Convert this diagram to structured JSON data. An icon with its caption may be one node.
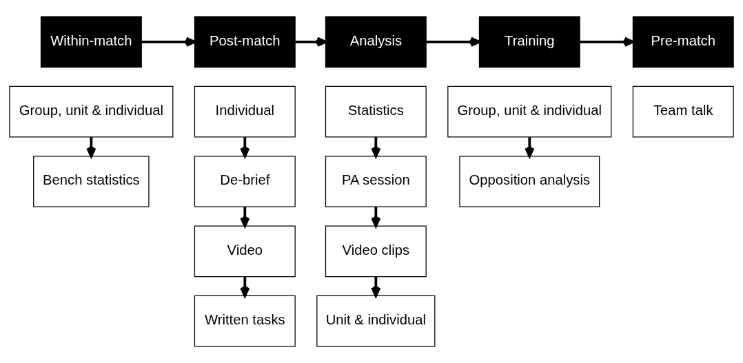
{
  "diagram": {
    "nodes": [
      {
        "text": [
          "Within-match"
        ]
      },
      {
        "text": [
          "Post-match"
        ]
      },
      {
        "text": [
          "Analysis"
        ]
      },
      {
        "text": [
          "Training"
        ]
      },
      {
        "text": [
          "Pre-match"
        ]
      },
      {
        "text": [
          "Group, unit & individual"
        ]
      },
      {
        "text": [
          "Bench statistics"
        ]
      },
      {
        "text": [
          "Individual"
        ]
      },
      {
        "text": [
          "De-brief"
        ]
      },
      {
        "text": [
          "Video"
        ]
      },
      {
        "text": [
          "Written tasks"
        ]
      },
      {
        "text": [
          "Statistics"
        ]
      },
      {
        "text": [
          "PA session"
        ]
      },
      {
        "text": [
          "Video clips"
        ]
      },
      {
        "text": [
          "Unit & individual"
        ]
      },
      {
        "text": [
          "Group, unit & individual"
        ]
      },
      {
        "text": [
          "Opposition analysis"
        ]
      },
      {
        "text": [
          "Team talk"
        ]
      }
    ],
    "edges": [
      {
        "from": 0,
        "to": 1,
        "arrow": "to"
      },
      {
        "from": 1,
        "to": 2,
        "arrow": "to"
      },
      {
        "from": 2,
        "to": 3,
        "arrow": "to"
      },
      {
        "from": 3,
        "to": 4,
        "arrow": "to"
      },
      {
        "from": 5,
        "to": 6,
        "arrow": "to"
      },
      {
        "from": 7,
        "to": 8,
        "arrow": "to"
      },
      {
        "from": 8,
        "to": 9,
        "arrow": "to"
      },
      {
        "from": 9,
        "to": 10,
        "arrow": "to"
      },
      {
        "from": 11,
        "to": 12,
        "arrow": "to"
      },
      {
        "from": 12,
        "to": 13,
        "arrow": "to"
      },
      {
        "from": 13,
        "to": 14,
        "arrow": "to"
      },
      {
        "from": 15,
        "to": 16,
        "arrow": "to"
      }
    ]
  }
}
